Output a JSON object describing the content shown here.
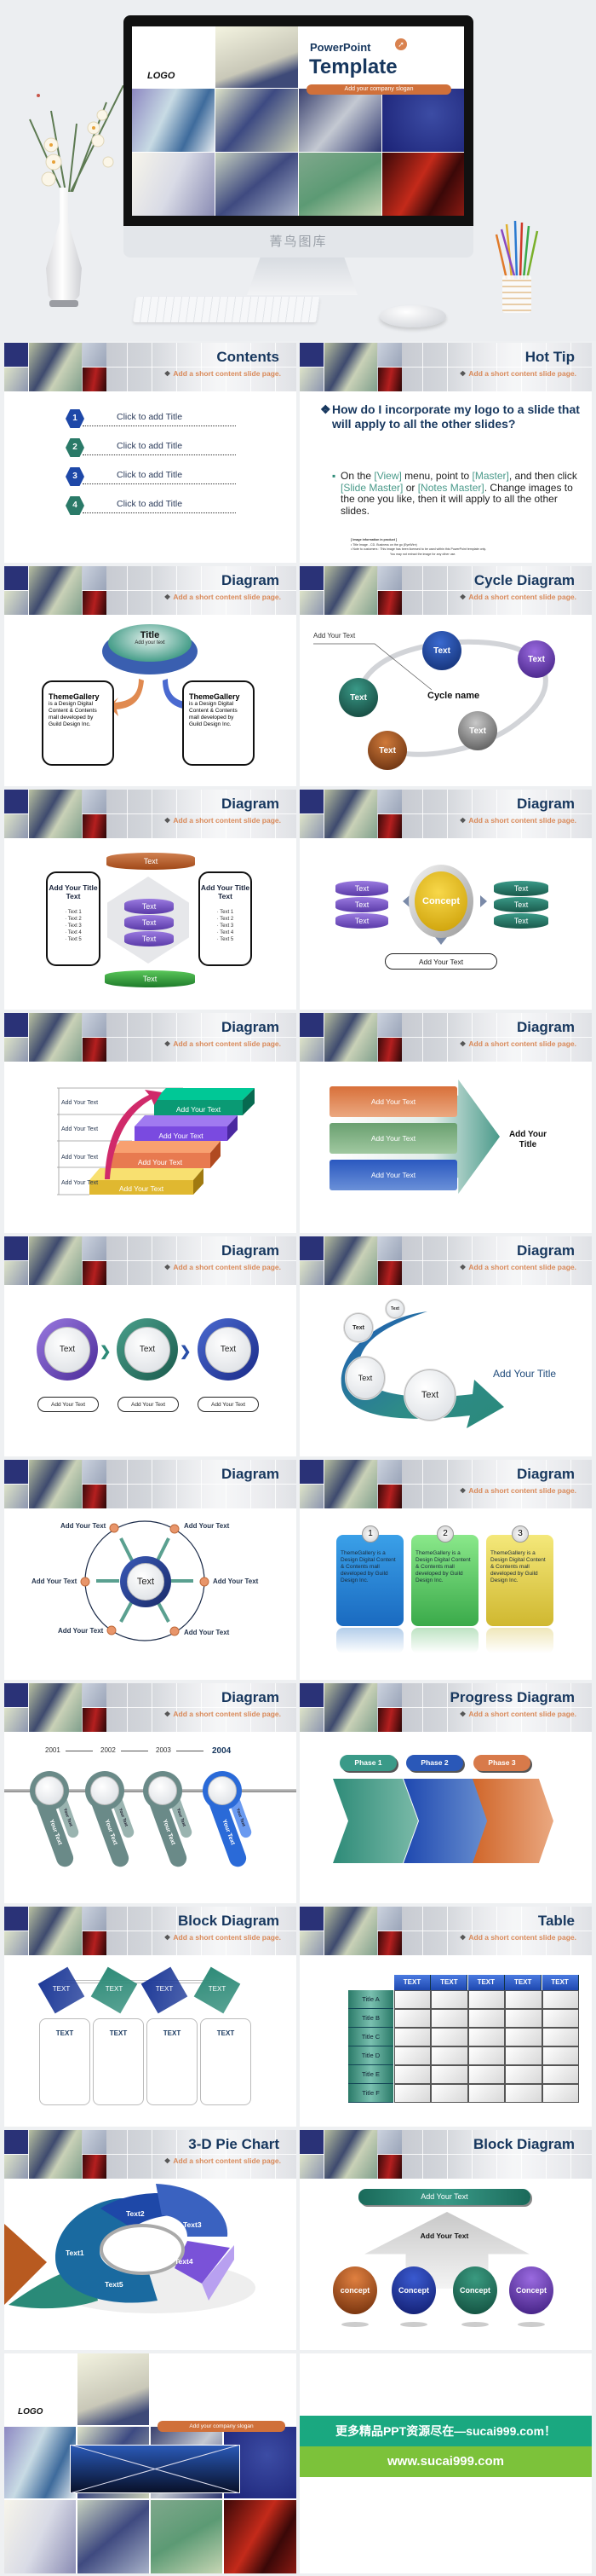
{
  "hero": {
    "screen_logo": "LOGO",
    "brand_line1": "PowerPoint",
    "brand_line2": "Template",
    "slogan": "Add your company slogan",
    "monitor_watermark": "菁鸟图库"
  },
  "common": {
    "subtitle": "Add a short content slide page."
  },
  "slides": {
    "contents": {
      "title": "Contents",
      "items": [
        {
          "num": "1",
          "label": "Click to add Title"
        },
        {
          "num": "2",
          "label": "Click to add Title"
        },
        {
          "num": "3",
          "label": "Click to add Title"
        },
        {
          "num": "4",
          "label": "Click to add Title"
        }
      ]
    },
    "hottip": {
      "title": "Hot Tip",
      "question": "How do I incorporate my logo to a slide that will apply to all the other slides?",
      "a1": "On the ",
      "view": "[View]",
      "a2": " menu, point to ",
      "master": "[Master]",
      "a3": ", and then click ",
      "slide_master": "[Slide Master]",
      "a4": " or ",
      "notes_master": "[Notes Master]",
      "a5": ". Change images to the one you like, then it will apply to all the other slides.",
      "note_head": "[ Image information in product ]",
      "note1": "Title Image  - CD. Business on the go (EyeWire)",
      "note2": "Note to customers : This image has been licensed to be used within this PowerPoint template only.",
      "note3": "You may not extract the image for any other use."
    },
    "diagram1": {
      "title": "Diagram",
      "center_title": "Title",
      "center_sub": "Add your text",
      "box_title": "ThemeGallery",
      "box_body": "is a Design Digital Content & Contents mall developed by Guild Design Inc."
    },
    "cycle": {
      "title": "Cycle Diagram",
      "callout": "Add Your Text",
      "center": "Cycle name",
      "node": "Text"
    },
    "diagram2": {
      "title": "Diagram",
      "side_title": "Add Your Title Text",
      "list": [
        "Text 1",
        "Text 2",
        "Text 3",
        "Text 4",
        "Text 5"
      ],
      "node": "Text"
    },
    "diagram3": {
      "title": "Diagram",
      "concept": "Concept",
      "node": "Text",
      "caption": "Add Your Text"
    },
    "stairs": {
      "title": "Diagram",
      "label": "Add Your Text"
    },
    "arrow": {
      "title": "Diagram",
      "box": "Add Your Text",
      "arrow_title": "Add Your Title"
    },
    "circles": {
      "title": "Diagram",
      "node": "Text",
      "caption": "Add Your Text"
    },
    "curve": {
      "title": "Diagram",
      "node": "Text",
      "side_title": "Add Your Title"
    },
    "radial": {
      "title": "Diagram",
      "center": "Text",
      "label": "Add Your Text"
    },
    "cards": {
      "title": "Diagram",
      "nums": [
        "1",
        "2",
        "3"
      ],
      "body": "ThemeGallery is a Design Digital Content & Contents mall developed by Guild Design Inc."
    },
    "timeline": {
      "title": "Diagram",
      "years": [
        "2001",
        "2002",
        "2003",
        "2004"
      ],
      "tag_big": "Your Text",
      "tag_small": "Your Text"
    },
    "progress": {
      "title": "Progress Diagram",
      "phases": [
        "Phase 1",
        "Phase 2",
        "Phase 3"
      ]
    },
    "block1": {
      "title": "Block Diagram",
      "label": "TEXT"
    },
    "table": {
      "title": "Table",
      "headers": [
        "TEXT",
        "TEXT",
        "TEXT",
        "TEXT",
        "TEXT"
      ],
      "rows": [
        "Title  A",
        "Title  B",
        "Title  C",
        "Title  D",
        "Title  E",
        "Title  F"
      ]
    },
    "pie": {
      "title": "3-D Pie Chart",
      "labels": [
        "Text1",
        "Text2",
        "Text3",
        "Text4",
        "Text5"
      ]
    },
    "block2": {
      "title": "Block Diagram",
      "top": "Add Your Text",
      "mid": "Add Your Text",
      "concepts": [
        "concept",
        "Concept",
        "Concept",
        "Concept"
      ]
    },
    "closing": {
      "logo": "LOGO",
      "slogan": "Add your company slogan"
    },
    "promo": {
      "line1": "更多精品PPT资源尽在—sucai999.com！",
      "line2": "www.sucai999.com"
    }
  },
  "colors": {
    "navy": "#17375e",
    "orange": "#d9824f",
    "teal": "#2e8b78",
    "blue": "#2a4fa8",
    "purple": "#6a4bb8"
  }
}
